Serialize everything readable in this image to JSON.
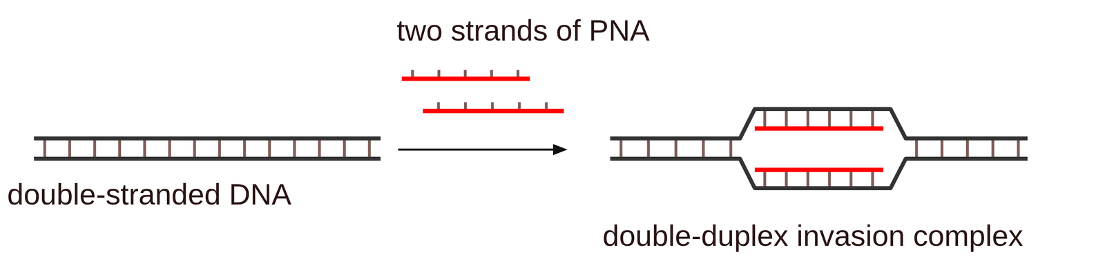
{
  "diagram": {
    "labels": [
      "two strands of PNA",
      "double-stranded DNA",
      "double-duplex invasion complex"
    ]
  }
}
